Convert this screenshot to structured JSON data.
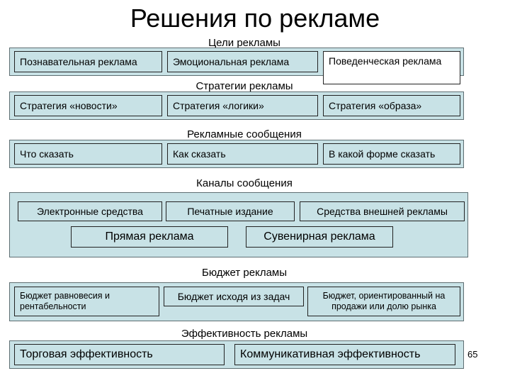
{
  "title": "Решения по рекламе",
  "sections": {
    "goals": {
      "label": "Цели рекламы",
      "items": [
        "Познавательная реклама",
        "Эмоциональная реклама",
        "Поведенческая реклама"
      ]
    },
    "strategies": {
      "label": "Стратегии рекламы",
      "items": [
        "Стратегия «новости»",
        "Стратегия «логики»",
        "Стратегия «образа»"
      ]
    },
    "messages": {
      "label": "Рекламные сообщения",
      "items": [
        "Что сказать",
        "Как сказать",
        "В какой форме сказать"
      ]
    },
    "channels": {
      "label": "Каналы сообщения",
      "items": [
        "Электронные средства",
        "Печатные издание",
        "Средства внешней рекламы",
        "Прямая реклама",
        "Сувенирная реклама"
      ]
    },
    "budget": {
      "label": "Бюджет рекламы",
      "items": [
        "Бюджет равновесия и рентабельности",
        "Бюджет исходя из задач",
        "Бюджет, ориентированный на продажи или долю рынка"
      ]
    },
    "effectiveness": {
      "label": "Эффективность рекламы",
      "items": [
        "Торговая эффективность",
        "Коммуникативная эффективность"
      ]
    }
  },
  "page_number": "65",
  "colors": {
    "box_fill": "#c8e2e6",
    "border": "#222222"
  }
}
